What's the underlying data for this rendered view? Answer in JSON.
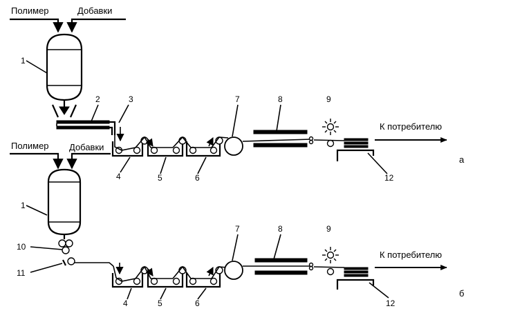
{
  "labels": {
    "polymer": "Полимер",
    "additives": "Добавки",
    "consumer": "К потребителю",
    "variant_a": "а",
    "variant_b": "б"
  },
  "numbers": {
    "n1": "1",
    "n2": "2",
    "n3": "3",
    "n4": "4",
    "n5": "5",
    "n6": "6",
    "n7": "7",
    "n8": "8",
    "n9": "9",
    "n10": "10",
    "n11": "11",
    "n12": "12"
  }
}
